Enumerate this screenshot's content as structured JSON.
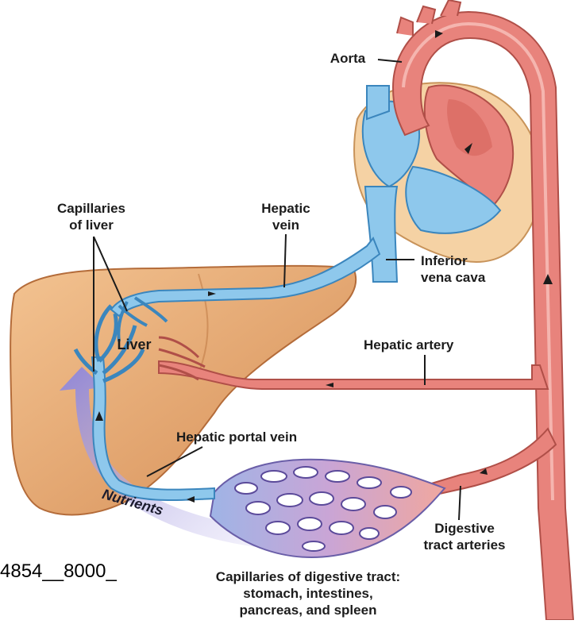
{
  "labels": {
    "aorta": "Aorta",
    "capillaries_liver": [
      "Capillaries",
      "of liver"
    ],
    "hepatic_vein": [
      "Hepatic",
      "vein"
    ],
    "inferior_vena_cava": [
      "Inferior",
      "vena cava"
    ],
    "liver": "Liver",
    "hepatic_artery": "Hepatic artery",
    "hepatic_portal_vein": "Hepatic portal vein",
    "nutrients": "Nutrients",
    "digestive_tract_arteries": [
      "Digestive",
      "tract arteries"
    ],
    "capillaries_digestive": [
      "Capillaries of digestive tract:",
      "stomach, intestines,",
      "pancreas, and spleen"
    ]
  },
  "figure_id": "4854__8000_",
  "colors": {
    "artery": "#e8837c",
    "artery_light": "#f7b8b0",
    "vein": "#8ec8ec",
    "vein_dark": "#5fa6d6",
    "liver": "#e2a26a",
    "liver_light": "#f5c898",
    "heart_outer": "#f5d2a4",
    "nutrient_arrow": "#9b92dd"
  }
}
